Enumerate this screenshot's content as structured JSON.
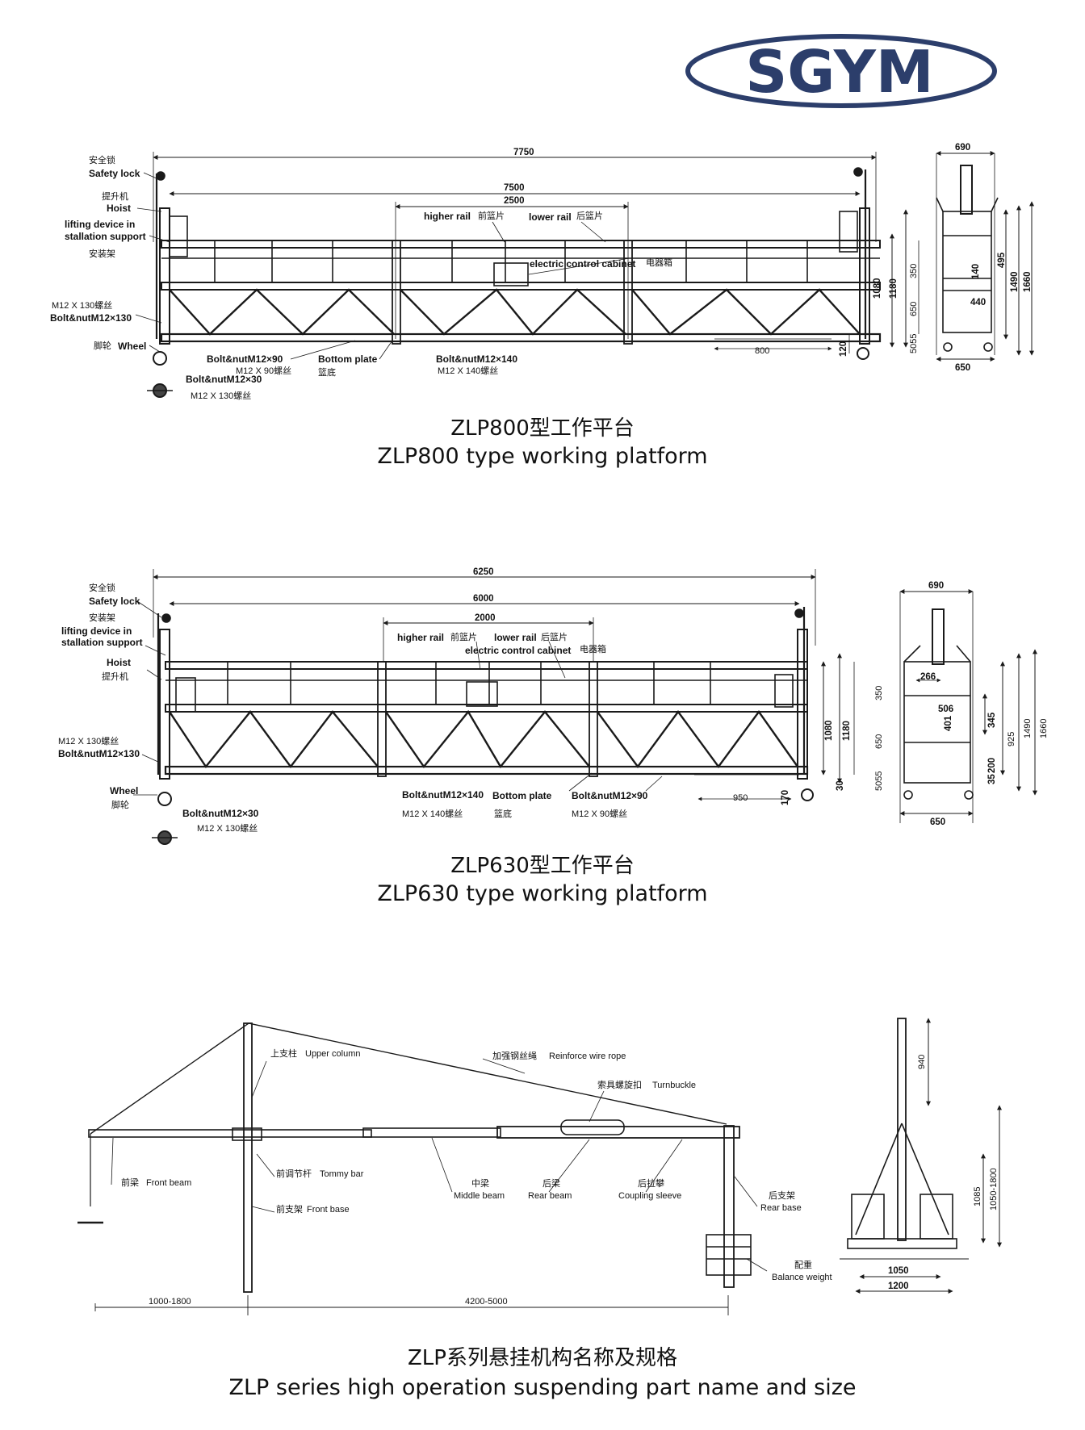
{
  "logo": {
    "text": "SGYM",
    "color": "#2c3e6b"
  },
  "zlp800": {
    "caption_zh": "ZLP800型工作平台",
    "caption_en": "ZLP800 type working platform",
    "labels": {
      "safety_lock_zh": "安全锁",
      "safety_lock": "Safety lock",
      "hoist_zh": "提升机",
      "hoist": "Hoist",
      "lifting_1": "lifting device in",
      "lifting_2": "stallation support",
      "install_zh": "安装架",
      "m12_130_zh": "M12 X 130螺丝",
      "bolt_130": "Bolt&nutM12×130",
      "wheel_zh": "脚轮",
      "wheel": "Wheel",
      "bolt_90": "Bolt&nutM12×90",
      "m12_90_zh": "M12 X 90螺丝",
      "bottom_plate": "Bottom plate",
      "bottom_zh": "篮底",
      "bolt_140": "Bolt&nutM12×140",
      "m12_140_zh": "M12 X 140螺丝",
      "bolt_30": "Bolt&nutM12×30",
      "m12_130b_zh": "M12 X 130螺丝",
      "higher_rail": "higher rail",
      "higher_zh": "前篮片",
      "lower_rail": "lower rail",
      "lower_zh": "后篮片",
      "cabinet": "electric control cabinet",
      "cabinet_zh": "电器箱"
    },
    "dims": {
      "d7750": "7750",
      "d7500": "7500",
      "d2500": "2500",
      "d800": "800",
      "d1080": "1080",
      "d1180": "1180",
      "d350": "350",
      "d650": "650",
      "d5055": "5055",
      "d120": "120"
    },
    "side": {
      "d690": "690",
      "d495": "495",
      "d1490": "1490",
      "d1660": "1660",
      "d440": "440",
      "d140": "140",
      "d650": "650"
    }
  },
  "zlp630": {
    "caption_zh": "ZLP630型工作平台",
    "caption_en": "ZLP630 type working platform",
    "labels": {
      "safety_lock_zh": "安全锁",
      "safety_lock": "Safety lock",
      "install_zh": "安装架",
      "lifting_1": "lifting device in",
      "lifting_2": "stallation support",
      "hoist": "Hoist",
      "hoist_zh": "提升机",
      "m12_130_zh": "M12 X 130螺丝",
      "bolt_130": "Bolt&nutM12×130",
      "wheel": "Wheel",
      "wheel_zh": "脚轮",
      "bolt_30": "Bolt&nutM12×30",
      "m12_130b_zh": "M12 X 130螺丝",
      "bolt_140": "Bolt&nutM12×140",
      "m12_140_zh": "M12 X 140螺丝",
      "bottom_plate": "Bottom plate",
      "bottom_zh": "篮底",
      "bolt_90": "Bolt&nutM12×90",
      "m12_90_zh": "M12 X 90螺丝",
      "higher_rail": "higher rail",
      "higher_zh": "前篮片",
      "lower_rail": "lower rail",
      "lower_zh": "后篮片",
      "cabinet": "electric control cabinet",
      "cabinet_zh": "电器箱"
    },
    "dims": {
      "d6250": "6250",
      "d6000": "6000",
      "d2000": "2000",
      "d950": "950",
      "d1080": "1080",
      "d1180": "1180",
      "d350": "350",
      "d650": "650",
      "d5055": "5055",
      "d170": "170",
      "d30": "30"
    },
    "side": {
      "d690": "690",
      "d266": "266",
      "d506": "506",
      "d401": "401",
      "d345": "345",
      "d925": "925",
      "d1490": "1490",
      "d1660": "1660",
      "d200": "200",
      "d35": "35",
      "d650": "650"
    }
  },
  "suspension": {
    "caption_zh": "ZLP系列悬挂机构名称及规格",
    "caption_en": "ZLP series high operation suspending part name and size",
    "labels": {
      "upper_column_zh": "上支柱",
      "upper_column": "Upper column",
      "reinforce_zh": "加强钢丝绳",
      "reinforce": "Reinforce wire rope",
      "turnbuckle_zh": "索具螺旋扣",
      "turnbuckle": "Turnbuckle",
      "front_beam_zh": "前梁",
      "front_beam": "Front beam",
      "tommy_zh": "前调节杆",
      "tommy": "Tommy bar",
      "front_base_zh": "前支架",
      "front_base": "Front base",
      "middle_zh": "中梁",
      "middle": "Middle beam",
      "rear_beam_zh": "后梁",
      "rear_beam": "Rear beam",
      "coupling_zh": "后拉攀",
      "coupling": "Coupling sleeve",
      "rear_base_zh": "后支架",
      "rear_base": "Rear base",
      "balance_zh": "配重",
      "balance": "Balance weight"
    },
    "dims": {
      "d1000_1800": "1000-1800",
      "d4200_5000": "4200-5000",
      "d940": "940",
      "d1085": "1085",
      "d1050_1800": "1050-1800",
      "d1050": "1050",
      "d1200": "1200"
    }
  }
}
